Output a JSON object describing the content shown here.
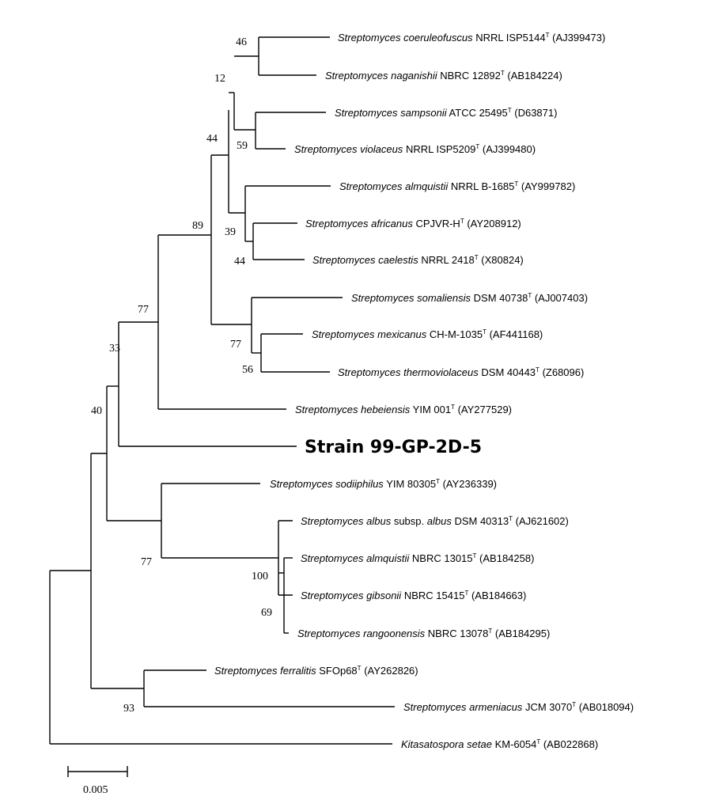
{
  "tree": {
    "leaves": [
      {
        "id": "coeruleofuscus",
        "genus": "Streptomyces",
        "species": "coeruleofuscus",
        "strain": "NRRL ISP5144",
        "type_mark": "T",
        "accession": "(AJ399473)"
      },
      {
        "id": "naganishii",
        "genus": "Streptomyces",
        "species": "naganishii",
        "strain": "NBRC 12892",
        "type_mark": "T",
        "accession": "(AB184224)"
      },
      {
        "id": "sampsonii",
        "genus": "Streptomyces",
        "species": "sampsonii",
        "strain": "ATCC 25495",
        "type_mark": "T",
        "accession": "(D63871)"
      },
      {
        "id": "violaceus",
        "genus": "Streptomyces",
        "species": "violaceus",
        "strain": "NRRL ISP5209",
        "type_mark": "T",
        "accession": "(AJ399480)"
      },
      {
        "id": "almquistii1",
        "genus": "Streptomyces",
        "species": "almquistii",
        "strain": "NRRL B-1685",
        "type_mark": "T",
        "accession": "(AY999782)"
      },
      {
        "id": "africanus",
        "genus": "Streptomyces",
        "species": "africanus",
        "strain": "CPJVR-H",
        "type_mark": "T",
        "accession": "(AY208912)"
      },
      {
        "id": "caelestis",
        "genus": "Streptomyces",
        "species": "caelestis",
        "strain": "NRRL 2418",
        "type_mark": "T",
        "accession": "(X80824)"
      },
      {
        "id": "somaliensis",
        "genus": "Streptomyces",
        "species": "somaliensis",
        "strain": "DSM 40738",
        "type_mark": "T",
        "accession": "(AJ007403)"
      },
      {
        "id": "mexicanus",
        "genus": "Streptomyces",
        "species": "mexicanus",
        "strain": "CH-M-1035",
        "type_mark": "T",
        "accession": "(AF441168)"
      },
      {
        "id": "thermoviolaceus",
        "genus": "Streptomyces",
        "species": "thermoviolaceus",
        "strain": "DSM 40443",
        "type_mark": "T",
        "accession": "(Z68096)"
      },
      {
        "id": "hebeiensis",
        "genus": "Streptomyces",
        "species": "hebeiensis",
        "strain": "YIM 001",
        "type_mark": "T",
        "accession": "(AY277529)"
      },
      {
        "id": "strain",
        "highlight": "Strain 99-GP-2D-5"
      },
      {
        "id": "sodiiphilus",
        "genus": "Streptomyces",
        "species": "sodiiphilus",
        "strain": "YIM 80305",
        "type_mark": "T",
        "accession": "(AY236339)"
      },
      {
        "id": "albus",
        "genus": "Streptomyces",
        "species": "albus",
        "subsp_word": "subsp.",
        "subsp": "albus",
        "strain": "DSM 40313",
        "type_mark": "T",
        "accession": "(AJ621602)"
      },
      {
        "id": "almquistii2",
        "genus": "Streptomyces",
        "species": "almquistii",
        "strain": "NBRC 13015",
        "type_mark": "T",
        "accession": "(AB184258)"
      },
      {
        "id": "gibsonii",
        "genus": "Streptomyces",
        "species": "gibsonii",
        "strain": "NBRC 15415",
        "type_mark": "T",
        "accession": "(AB184663)"
      },
      {
        "id": "rangoonensis",
        "genus": "Streptomyces",
        "species": "rangoonensis",
        "strain": "NBRC 13078",
        "type_mark": "T",
        "accession": "(AB184295)"
      },
      {
        "id": "ferralitis",
        "genus": "Streptomyces",
        "species": "ferralitis",
        "strain": "SFOp68",
        "type_mark": "T",
        "accession": "(AY262826)"
      },
      {
        "id": "armeniacus",
        "genus": "Streptomyces",
        "species": "armeniacus",
        "strain": "JCM 3070",
        "type_mark": "T",
        "accession": "(AB018094)"
      },
      {
        "id": "setae",
        "genus": "Kitasatospora",
        "species": "setae",
        "strain": "KM-6054",
        "type_mark": "T",
        "accession": "(AB022868)"
      }
    ],
    "bootstraps": [
      {
        "id": "b46a",
        "value": "46"
      },
      {
        "id": "b12",
        "value": "12"
      },
      {
        "id": "b59",
        "value": "59"
      },
      {
        "id": "b44a",
        "value": "44"
      },
      {
        "id": "b39",
        "value": "39"
      },
      {
        "id": "b44b",
        "value": "44"
      },
      {
        "id": "b89",
        "value": "89"
      },
      {
        "id": "b77a",
        "value": "77"
      },
      {
        "id": "b77b",
        "value": "77"
      },
      {
        "id": "b56",
        "value": "56"
      },
      {
        "id": "b33",
        "value": "33"
      },
      {
        "id": "b40",
        "value": "40"
      },
      {
        "id": "b77c",
        "value": "77"
      },
      {
        "id": "b100",
        "value": "100"
      },
      {
        "id": "b69",
        "value": "69"
      },
      {
        "id": "b93",
        "value": "93"
      }
    ],
    "scale_bar": {
      "label": "0.005"
    }
  }
}
